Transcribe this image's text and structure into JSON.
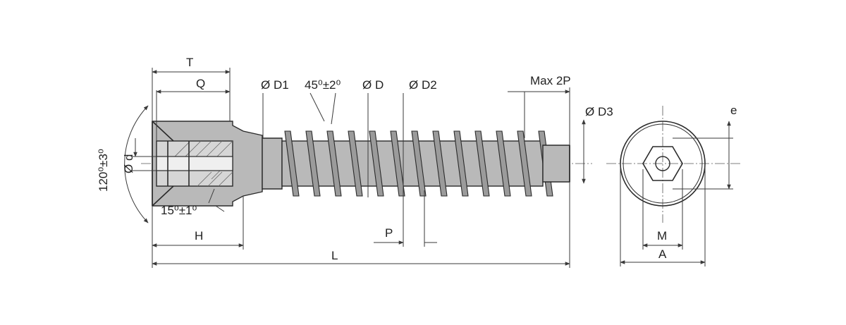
{
  "labels": {
    "T": "T",
    "Q": "Q",
    "D1": "Ø D1",
    "angle_thread": "45⁰±2⁰",
    "D": "Ø D",
    "D2": "Ø D2",
    "max2p": "Max 2P",
    "D3": "Ø D3",
    "e": "e",
    "head_angle": "120⁰±3⁰",
    "d": "Ø d",
    "under_head_angle": "15⁰±1⁰",
    "H": "H",
    "P": "P",
    "L": "L",
    "M": "M",
    "A": "A"
  },
  "colors": {
    "line": "#3a3a3a",
    "body_fill": "#b9b9b9",
    "thread_fill": "#9b9b9b"
  }
}
